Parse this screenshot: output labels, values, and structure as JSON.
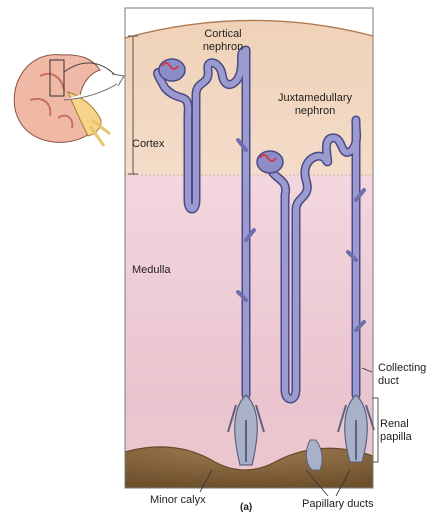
{
  "labels": {
    "cortical_nephron": "Cortical\nnephron",
    "juxtamedullary_nephron": "Juxtamedullary\nnephron",
    "cortex": "Cortex",
    "medulla": "Medulla",
    "collecting_duct": "Collecting\nduct",
    "renal_papilla": "Renal\npapilla",
    "minor_calyx": "Minor calyx",
    "papillary_ducts": "Papillary ducts",
    "panel": "(a)"
  },
  "colors": {
    "cortex": "#f2d7c1",
    "medulla": "#f0d2d8",
    "calyx": "#8c6a3f",
    "tubule": "#8f8fc4",
    "tubule_outline": "#4a4a86",
    "glomerulus": "#d23a4a"
  }
}
